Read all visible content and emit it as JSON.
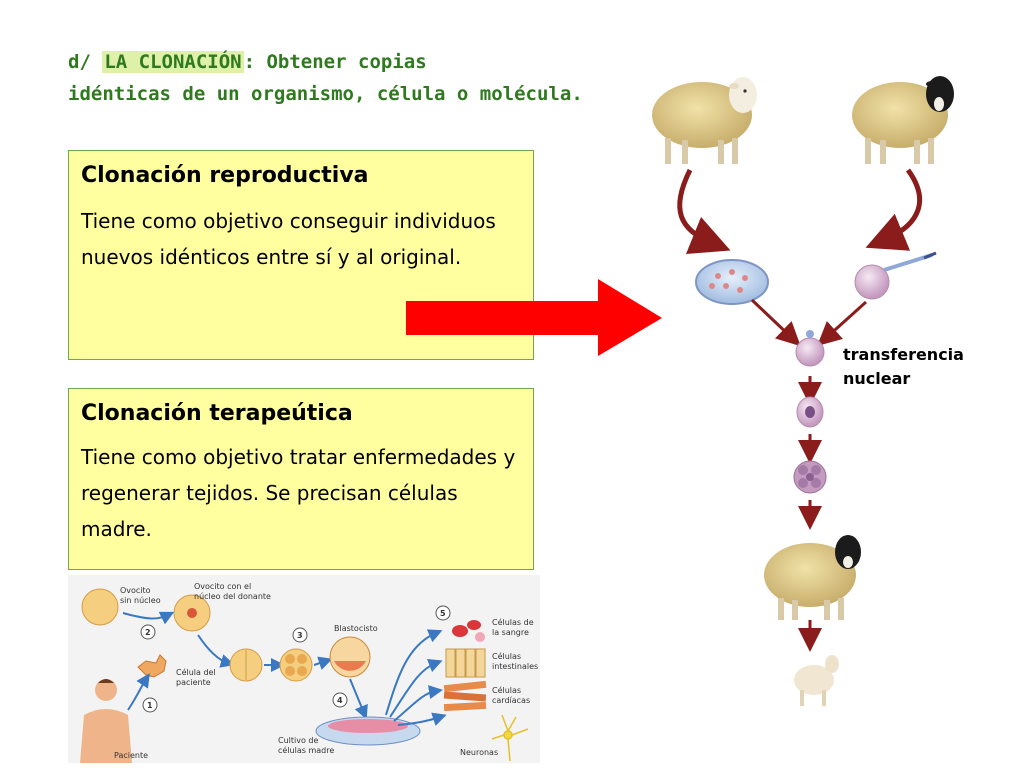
{
  "heading": {
    "prefix": "d/ ",
    "highlight": "LA CLONACIÓN",
    "line1_rest": ": Obtener copias",
    "line2": "idénticas de un organismo, célula o molécula."
  },
  "reproductive": {
    "title": "Clonación reproductiva",
    "text": "Tiene como objetivo conseguir individuos nuevos idénticos entre sí y al original."
  },
  "therapeutic": {
    "title": "Clonación terapeútica",
    "text": "Tiene como objetivo tratar enfermedades y regenerar tejidos. Se precisan células madre."
  },
  "process_label": {
    "line1": "transferencia",
    "line2": "nuclear"
  },
  "lower_diagram": {
    "oocyte_no_nucleus": [
      "Ovocito",
      "sin núcleo"
    ],
    "oocyte_donor": [
      "Ovocito con el",
      "núcleo del donante"
    ],
    "patient_cell": [
      "Célula del",
      "paciente"
    ],
    "blastocyst": "Blastocisto",
    "blood_cells": [
      "Células de",
      "la sangre"
    ],
    "intestinal_cells": [
      "Células",
      "intestinales"
    ],
    "cardiac_cells": [
      "Células",
      "cardíacas"
    ],
    "stem_culture": [
      "Cultivo de",
      "células madre"
    ],
    "patient": "Paciente",
    "neurons": "Neuronas",
    "steps": [
      "1",
      "2",
      "3",
      "4",
      "5"
    ]
  },
  "colors": {
    "heading_green": "#2f7a1f",
    "box_fill": "#ffff9f",
    "box_border": "#6fa84a",
    "big_arrow": "#ff0000",
    "flow_arrow": "#8b1c1c"
  }
}
